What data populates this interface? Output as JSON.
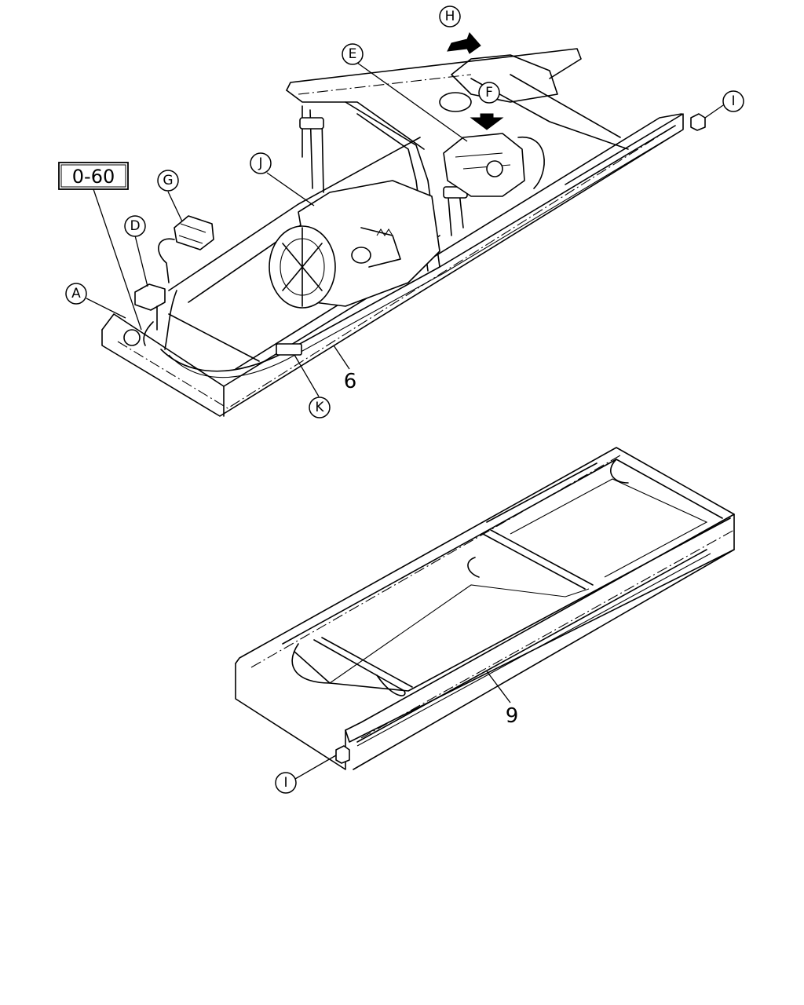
{
  "reference_box": {
    "label": "0-60"
  },
  "callouts": {
    "A": "A",
    "D": "D",
    "E": "E",
    "F": "F",
    "G": "G",
    "H": "H",
    "I_top": "I",
    "I_bottom": "I",
    "J": "J",
    "K": "K"
  },
  "part_numbers": {
    "harness_upper": "6",
    "harness_lower": "9"
  },
  "colors": {
    "line": "#000000",
    "background": "#ffffff"
  },
  "icons": [
    "direction-arrow-icon"
  ]
}
